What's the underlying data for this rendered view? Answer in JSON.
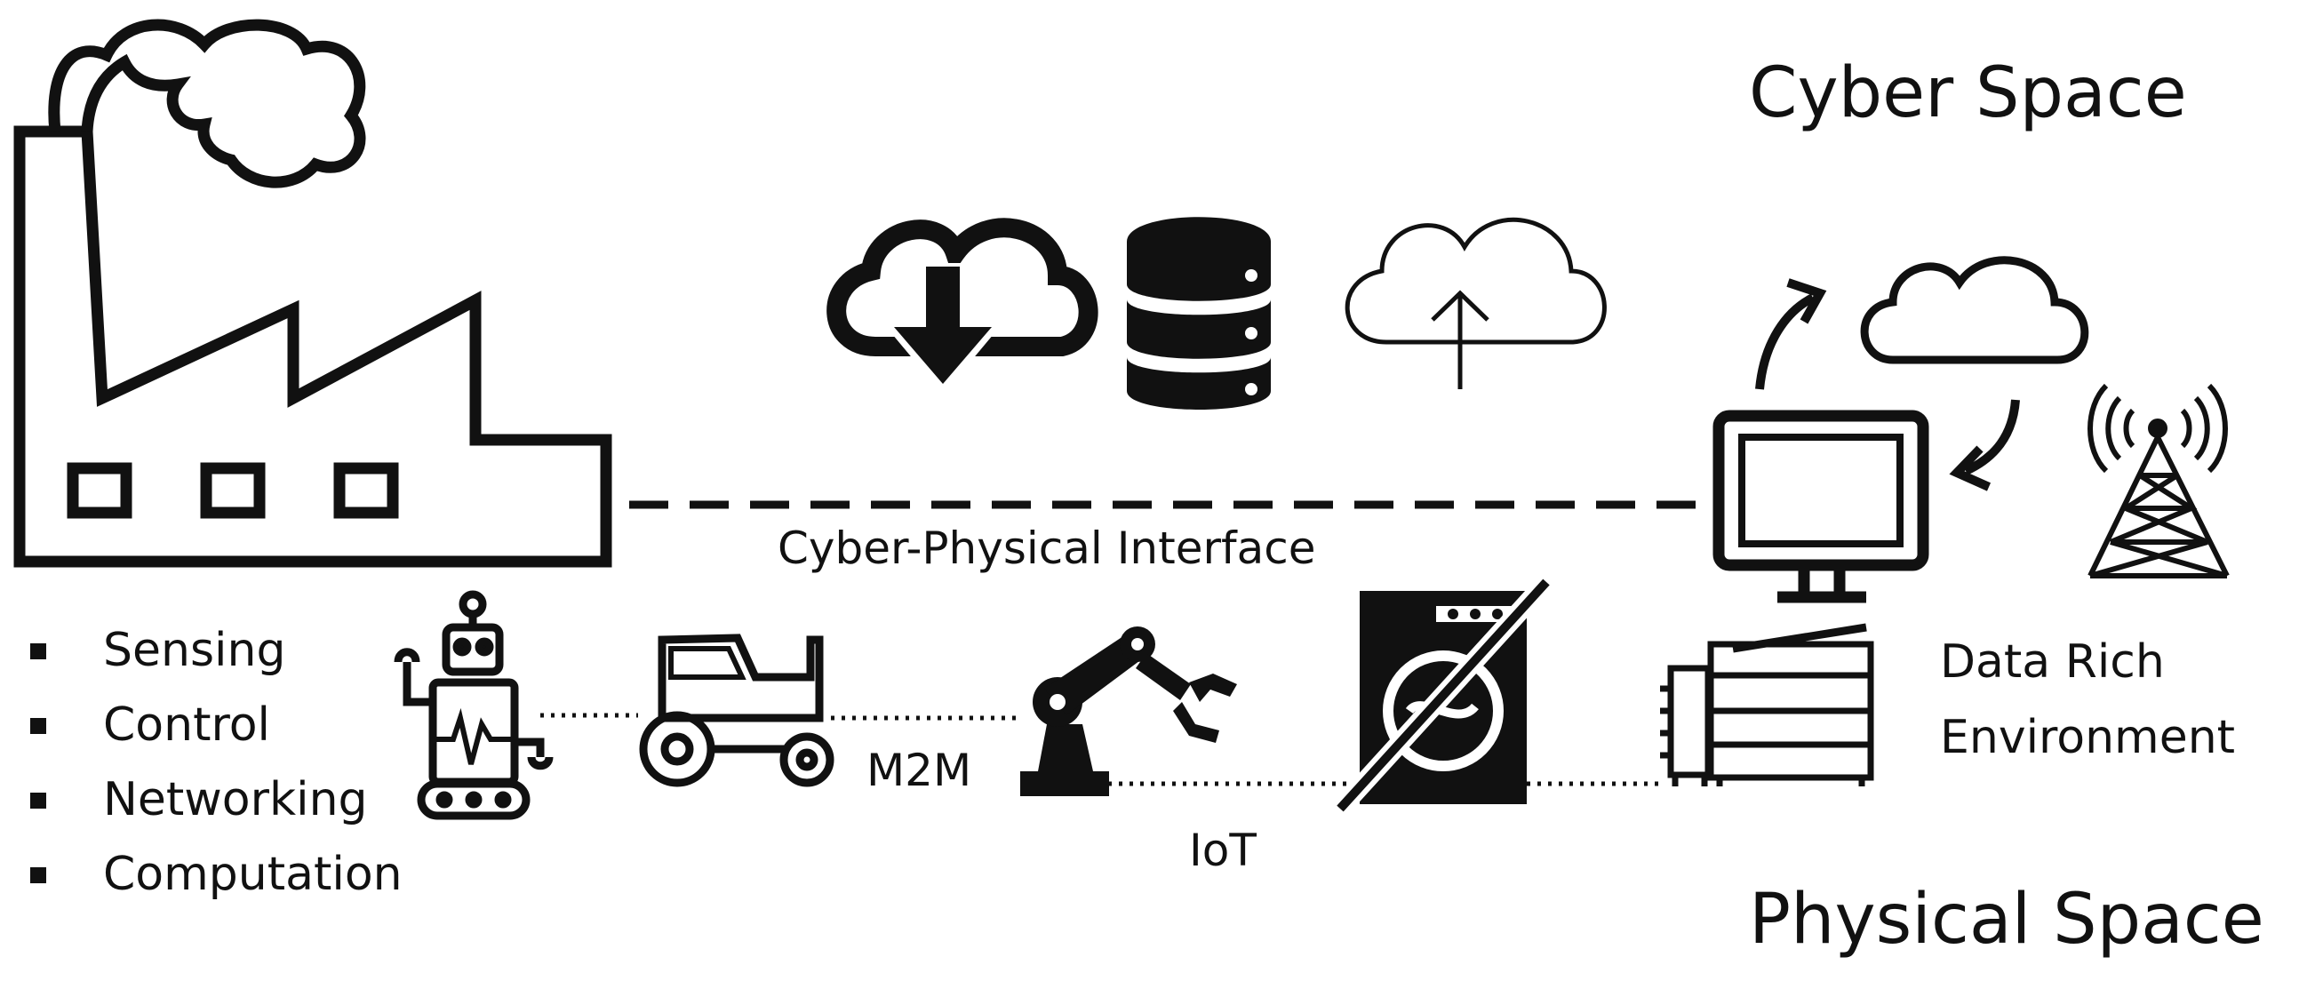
{
  "labels": {
    "cyber_space": "Cyber Space",
    "physical_space": "Physical Space",
    "cyber_physical_interface": "Cyber-Physical Interface",
    "m2m": "M2M",
    "iot": "IoT",
    "data_rich_line1": "Data Rich",
    "data_rich_line2": "Environment"
  },
  "capabilities": [
    "Sensing",
    "Control",
    "Networking",
    "Computation"
  ],
  "icons": [
    "factory-icon",
    "cloud-download-icon",
    "database-icon",
    "cloud-upload-icon",
    "cloud-icon",
    "cycle-arrow-icon",
    "monitor-icon",
    "radio-tower-icon",
    "robot-icon",
    "tractor-icon",
    "robotic-arm-icon",
    "washing-machine-icon",
    "copier-icon"
  ],
  "colors": {
    "ink": "#111111",
    "background": "#ffffff"
  }
}
